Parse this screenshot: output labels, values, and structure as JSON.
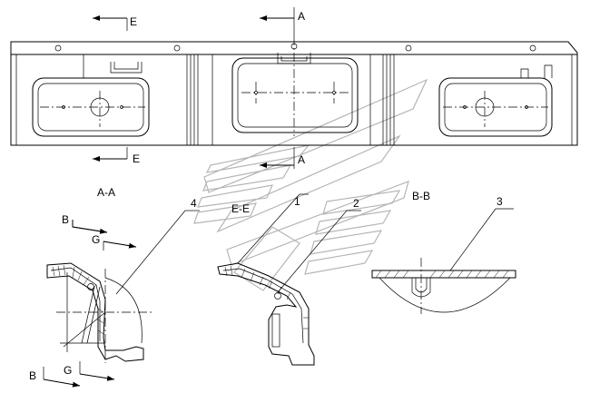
{
  "section_labels": {
    "aa_title": "A-A",
    "ee_title": "E-E",
    "bb_title": "B-B",
    "cut_e_top": "E",
    "cut_e_bottom": "E",
    "cut_a_top": "A",
    "cut_a_bottom": "A",
    "cut_b_upper": "B",
    "cut_b_lower": "B",
    "cut_g_upper": "G",
    "cut_g_lower": "G"
  },
  "callouts": {
    "c1": "1",
    "c2": "2",
    "c3": "3",
    "c4": "4"
  }
}
